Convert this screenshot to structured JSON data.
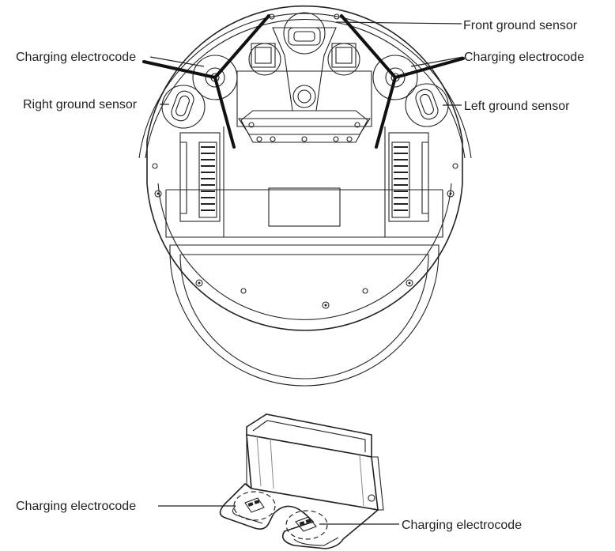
{
  "robot": {
    "labels": {
      "front_ground_sensor": "Front ground sensor",
      "charging_electrode_left": "Charging electrocode",
      "charging_electrode_right": "Charging electrocode",
      "right_ground_sensor": "Right ground sensor",
      "left_ground_sensor": "Left ground sensor"
    }
  },
  "dock": {
    "labels": {
      "charging_electrode_left": "Charging electrocode",
      "charging_electrode_right": "Charging electrocode"
    }
  }
}
